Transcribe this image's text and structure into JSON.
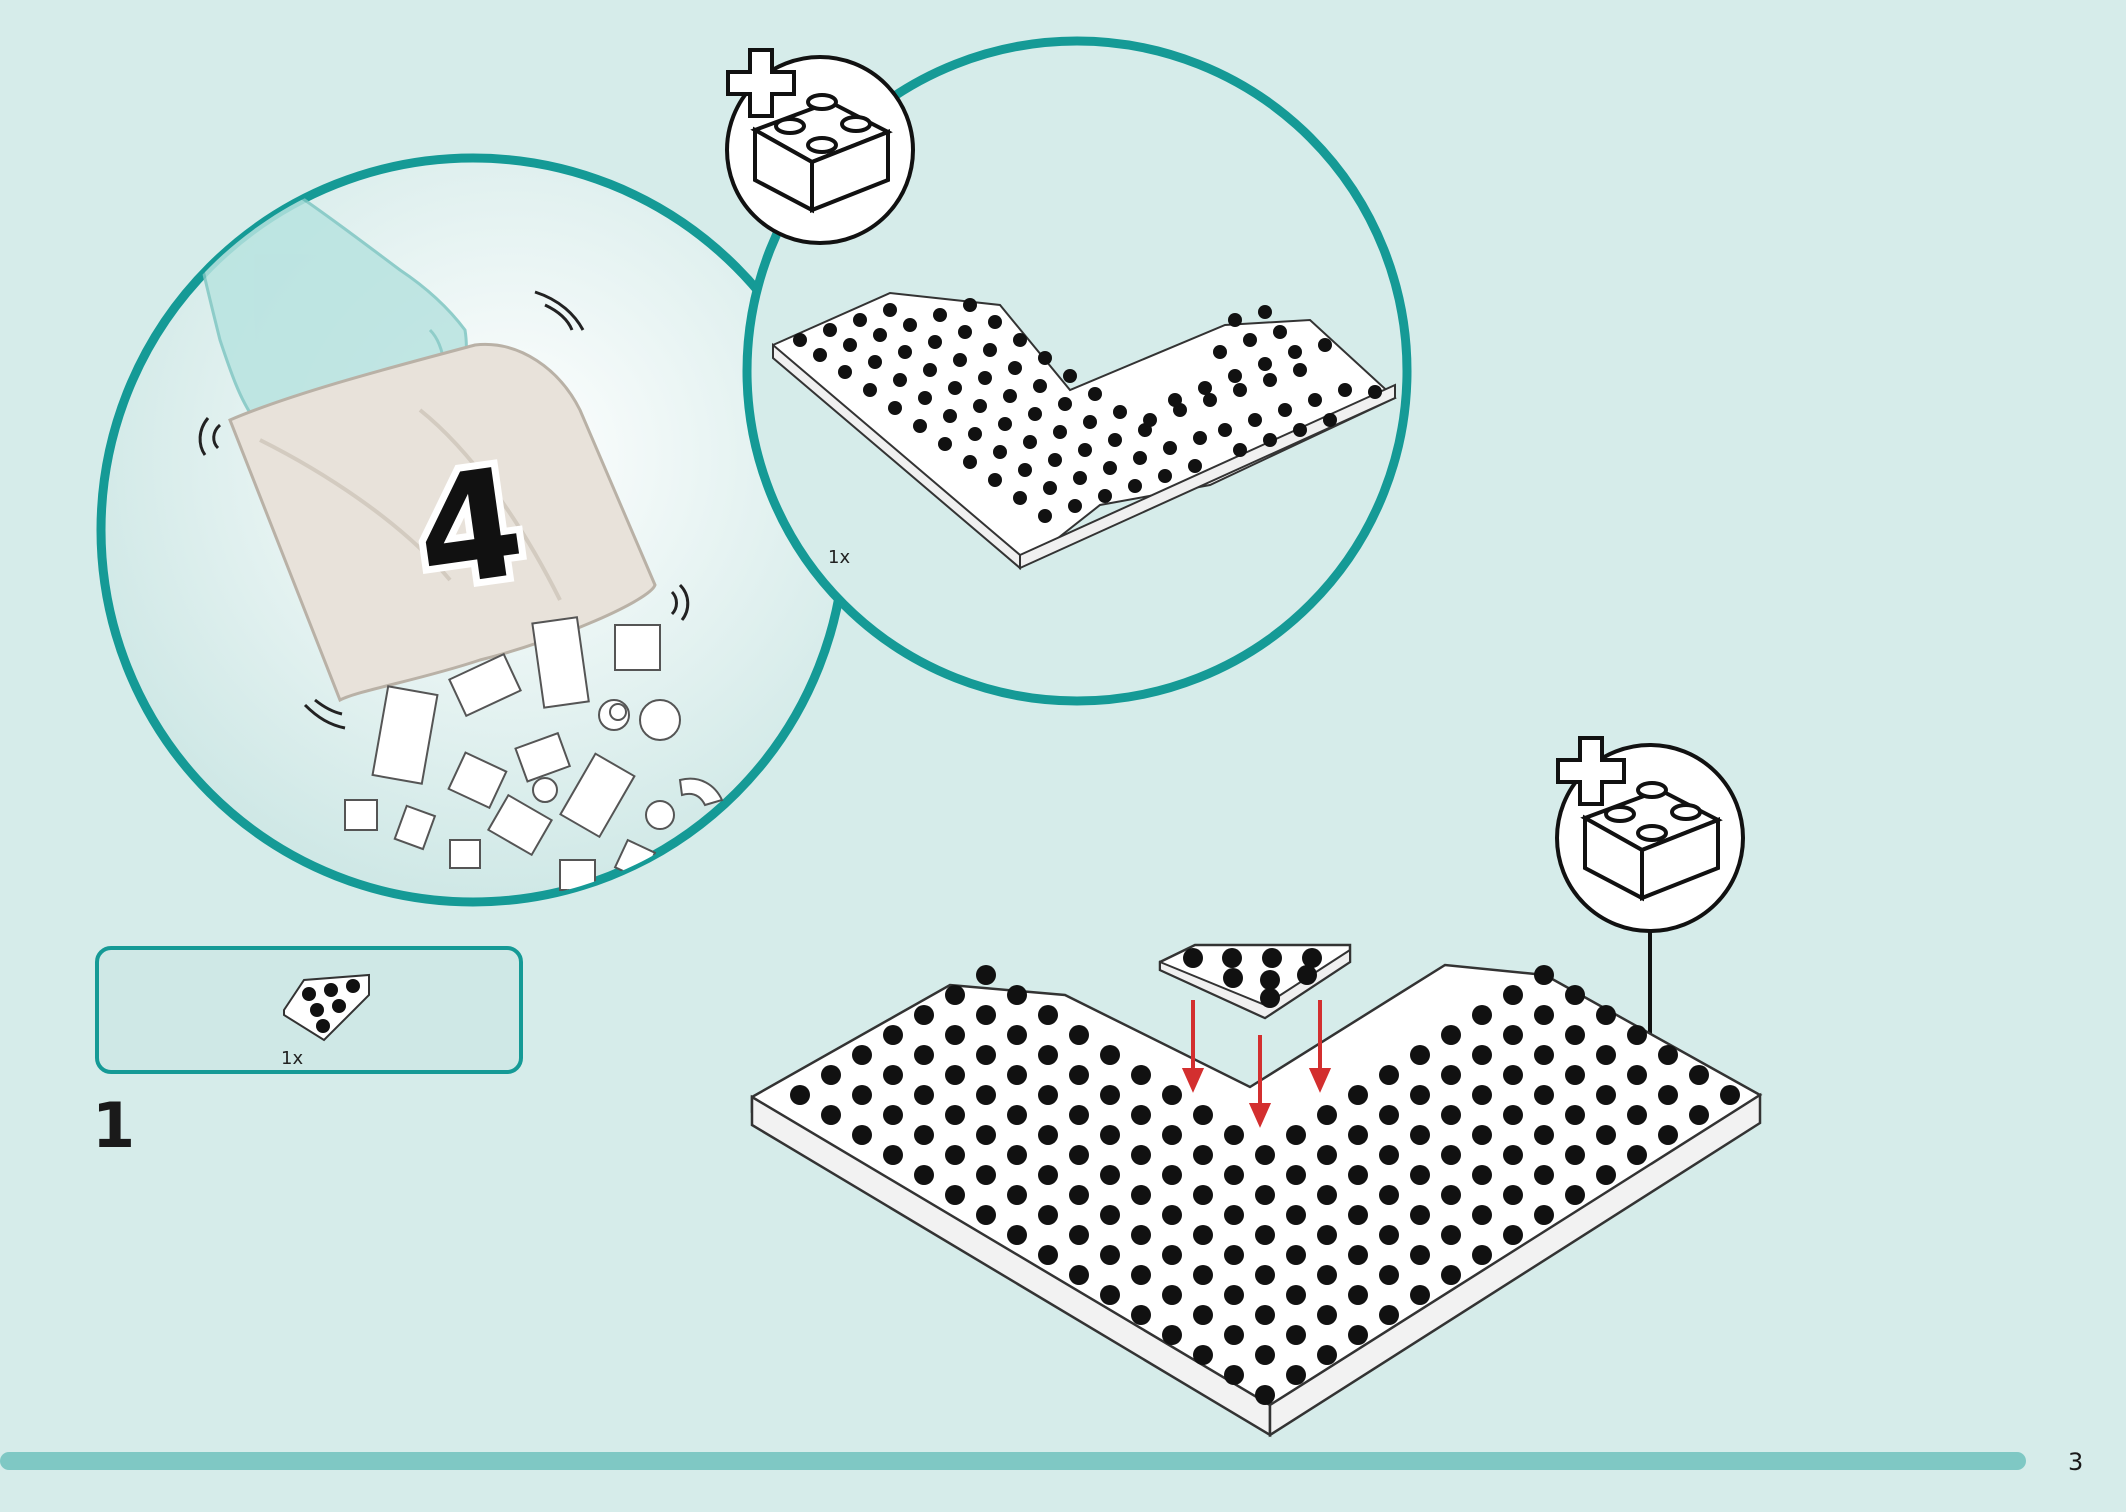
{
  "bag": {
    "number": "4"
  },
  "submodel": {
    "quantity": "1x"
  },
  "parts_list": {
    "quantity": "1x"
  },
  "step": {
    "number": "1"
  },
  "page": {
    "number": "3"
  },
  "colors": {
    "background": "#d6ecea",
    "accent": "#159a96",
    "progress": "#7fc8c4",
    "arrow": "#d32f2f"
  },
  "icons": [
    "new-bag-hand-icon",
    "add-brick-icon",
    "wedge-plate-part-icon",
    "baseplate-icon"
  ]
}
